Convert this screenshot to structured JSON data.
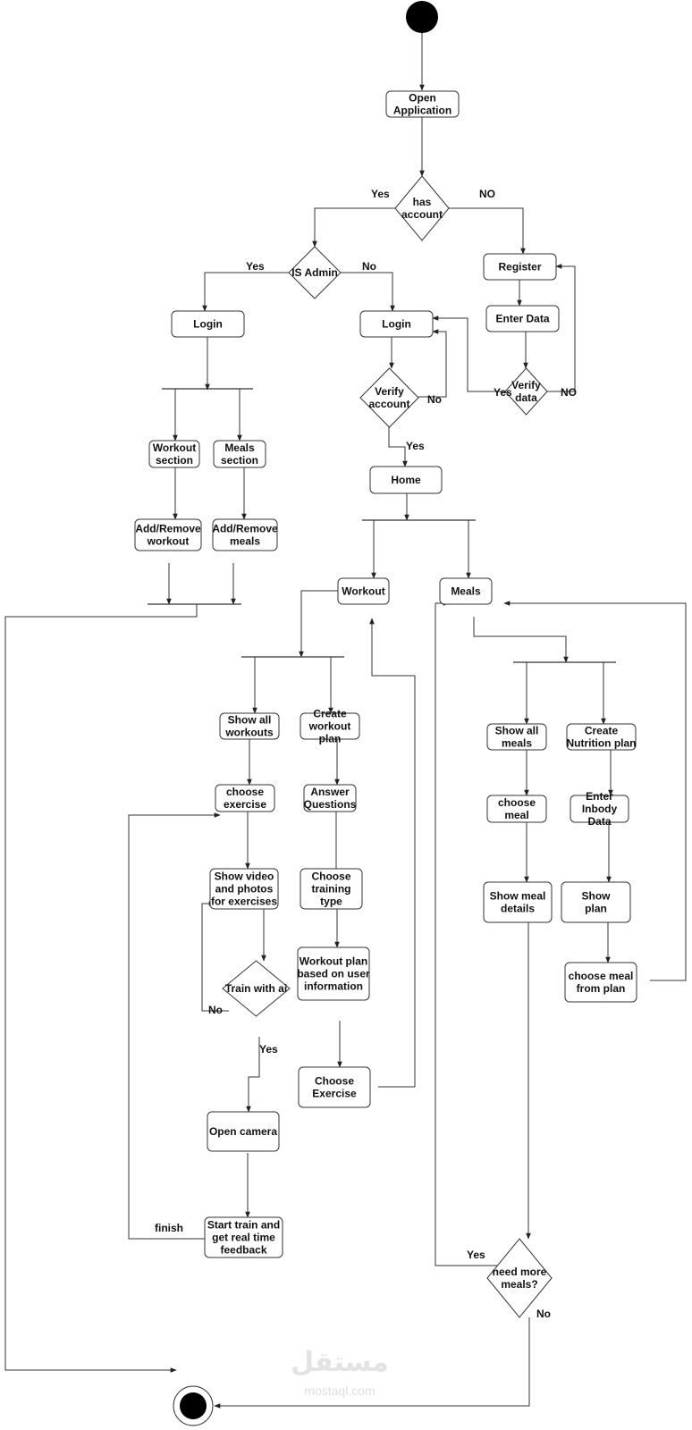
{
  "diagram": {
    "type": "UML activity diagram",
    "nodes": {
      "open_app": "Open|Application",
      "has_account": "has|account",
      "is_admin": "IS Admin",
      "register": "Register",
      "enter_data": "Enter Data",
      "verify_data": "Verify|data",
      "login_admin": "Login",
      "login_user": "Login",
      "verify_account": "Verify|account",
      "workout_section": "Workout|section",
      "meals_section": "Meals|section",
      "add_remove_workout": "Add/Remove|workout",
      "add_remove_meals": "Add/Remove|meals",
      "home": "Home",
      "workout": "Workout",
      "meals": "Meals",
      "show_all_workouts": "Show all|workouts",
      "create_workout_plan": "Create|workout|plan",
      "choose_exercise": "choose|exercise",
      "answer_questions": "Answer|Questions",
      "show_video": "Show video|and photos|for exercises",
      "choose_training_type": "Choose|training|type",
      "train_with_ai": "Train with ai",
      "workout_plan_based": "Workout plan|based on user|information",
      "choose_exercise_plan": "Choose|Exercise",
      "open_camera": "Open camera",
      "start_train": "Start train and|get real time|feedback",
      "show_all_meals": "Show all|meals",
      "create_nutrition_plan": "Create|Nutrition plan",
      "choose_meal": "choose|meal",
      "enter_inbody": "Enter|Inbody|Data",
      "show_meal_details": "Show meal|details",
      "show_plan": "Show|plan",
      "choose_meal_from_plan": "choose meal|from plan",
      "need_more_meals": "need more|meals?"
    },
    "edge_labels": {
      "has_account_yes": "Yes",
      "has_account_no": "NO",
      "is_admin_yes": "Yes",
      "is_admin_no": "No",
      "verify_account_no": "No",
      "verify_account_yes": "Yes",
      "verify_data_yes": "Yes",
      "verify_data_no": "NO",
      "train_ai_no": "No",
      "train_ai_yes": "Yes",
      "finish": "finish",
      "need_more_yes": "Yes",
      "need_more_no": "No"
    }
  },
  "watermark": {
    "arabic": "مستقل",
    "site": "mostaql.com"
  }
}
